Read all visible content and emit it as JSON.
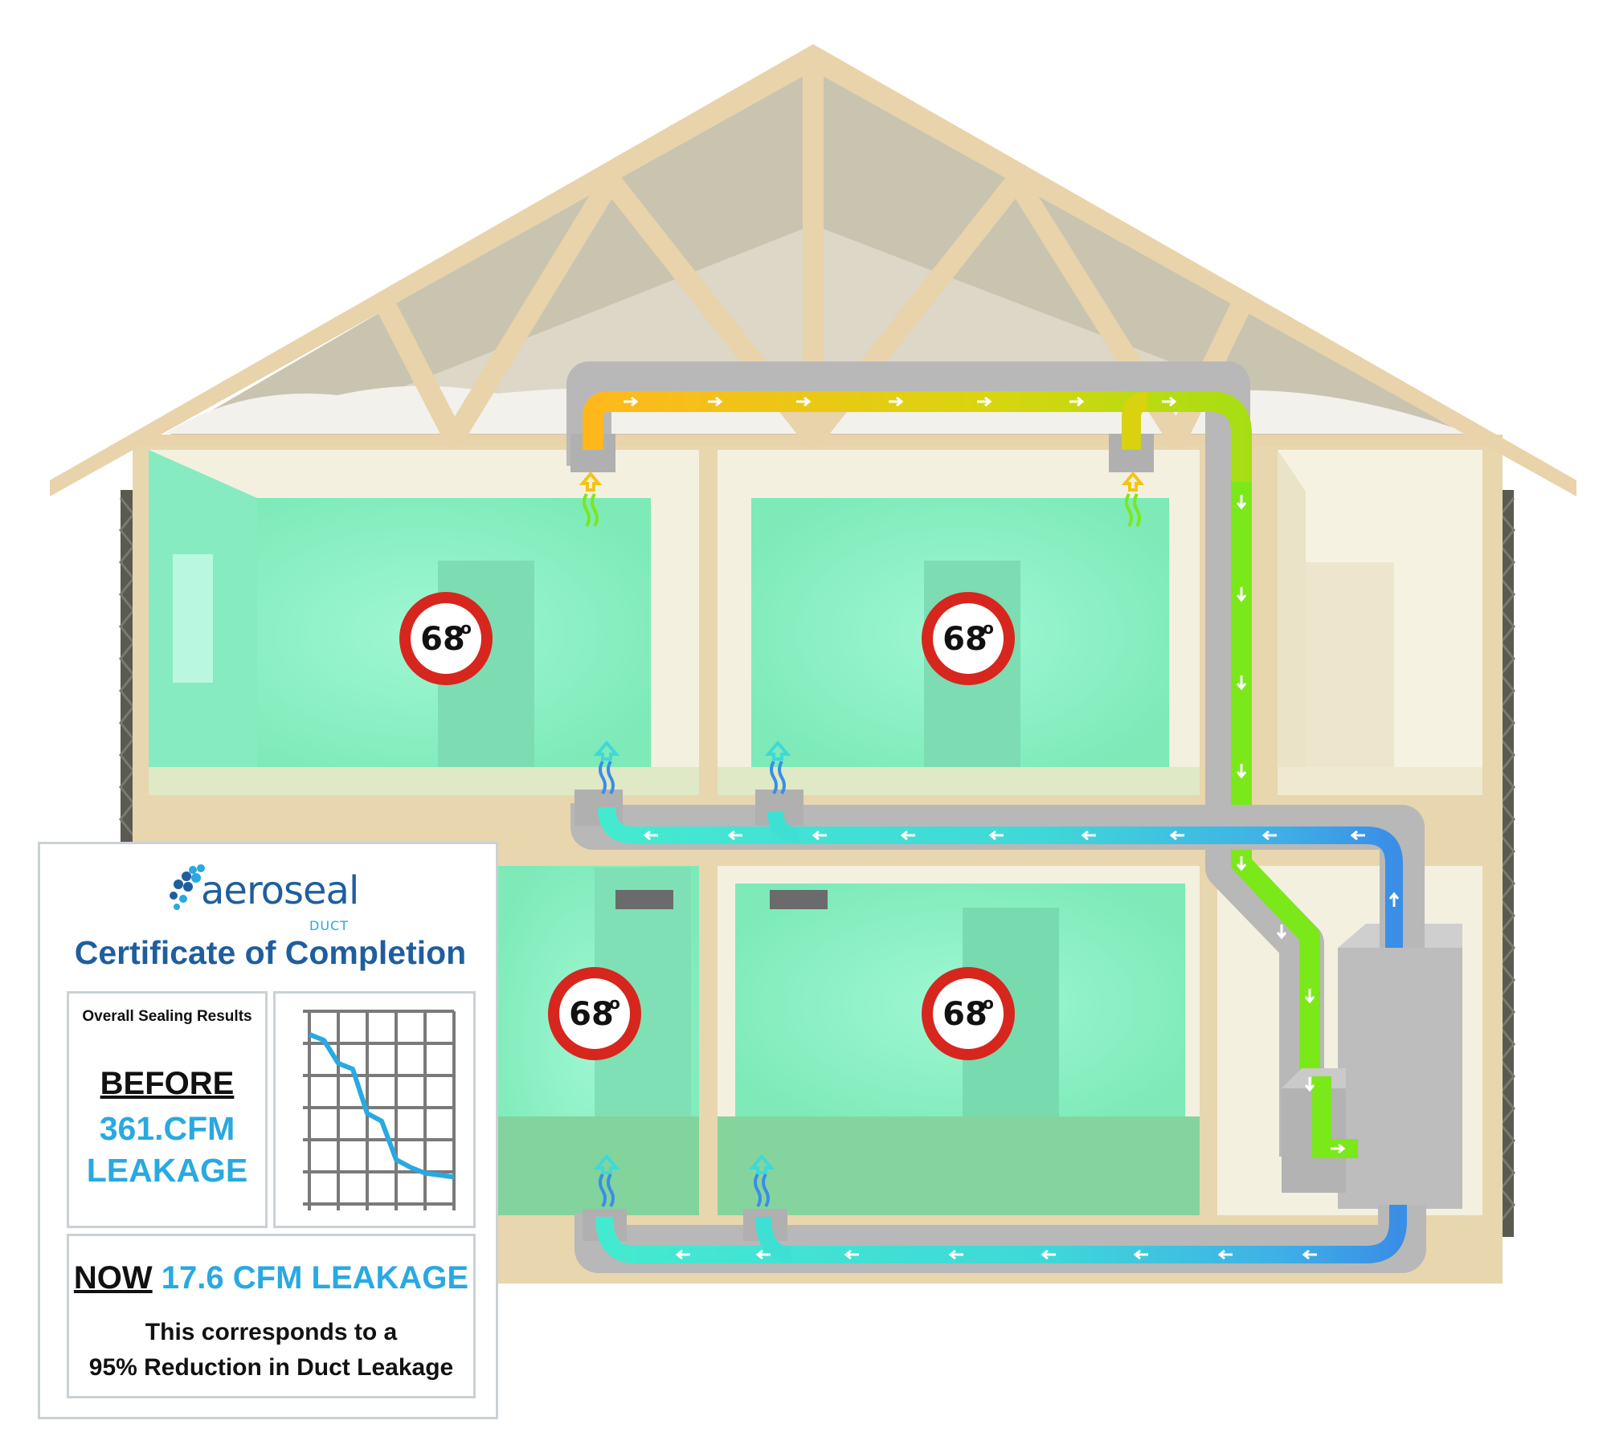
{
  "house": {
    "room_temperatures": [
      {
        "room": "upstairs-left",
        "value": "68",
        "unit_symbol": "o"
      },
      {
        "room": "upstairs-middle",
        "value": "68",
        "unit_symbol": "o"
      },
      {
        "room": "downstairs-left",
        "value": "68",
        "unit_symbol": "o"
      },
      {
        "room": "downstairs-middle",
        "value": "68",
        "unit_symbol": "o"
      }
    ],
    "colors": {
      "roof_frame": "#e8d3aa",
      "attic_fill": "#c9c4b0",
      "room_cool": "#8ef5c8",
      "supply_duct_warm": "#ffc11a",
      "supply_duct_green": "#7be81a",
      "return_duct_cyan": "#3fe0d4",
      "return_duct_blue": "#3a8ee6",
      "badge_ring": "#d7261e"
    }
  },
  "certificate": {
    "logo_word": "aeroseal",
    "logo_sub": "DUCT",
    "title": "Certificate of Completion",
    "results_title": "Overall Sealing Results",
    "before_label": "BEFORE",
    "before_value_line1": "361.CFM",
    "before_value_line2": "LEAKAGE",
    "now_label": "NOW",
    "now_value": "17.6 CFM LEAKAGE",
    "description_line1": "This corresponds to a",
    "description_line2": "95% Reduction in Duct Leakage",
    "colors": {
      "title": "#1f5e9e",
      "highlight": "#29a9e1",
      "border": "#c9d1d6"
    }
  },
  "chart_data": {
    "type": "line",
    "title": "",
    "xlabel": "",
    "ylabel": "",
    "grid": true,
    "x": [
      0,
      0.5,
      1,
      1.5,
      2,
      2.5,
      3,
      3.5,
      4,
      4.5,
      5
    ],
    "series": [
      {
        "values": [
          8.8,
          8.5,
          7.3,
          7.0,
          4.7,
          4.3,
          2.3,
          1.9,
          1.6,
          1.5,
          1.4
        ]
      }
    ],
    "xlim": [
      0,
      5
    ],
    "ylim": [
      0,
      10
    ]
  }
}
